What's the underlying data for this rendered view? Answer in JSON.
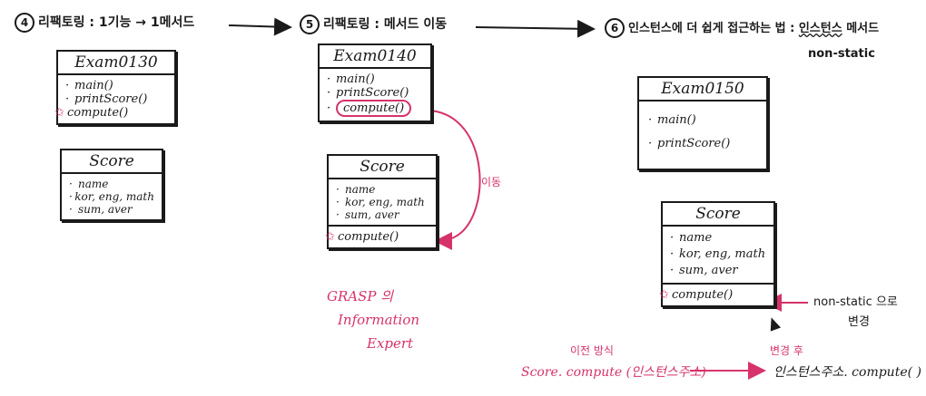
{
  "steps": {
    "s4": {
      "num": "4",
      "text": "리팩토링 : 1기능 → 1메서드"
    },
    "s5": {
      "num": "5",
      "text": "리팩토링 : 메서드 이동"
    },
    "s6": {
      "num": "6",
      "text": "인스턴스에 더 쉽게 접근하는 법 :",
      "highlight": "인스턴스",
      "tail": " 메서드",
      "sub": "non-static"
    }
  },
  "box4_exam": {
    "title": "Exam0130",
    "items": [
      "main()",
      "printScore()",
      "compute()"
    ]
  },
  "box4_score": {
    "title": "Score",
    "fields": [
      "name",
      "kor, eng, math",
      "sum, aver"
    ]
  },
  "box5_exam": {
    "title": "Exam0140",
    "items": [
      "main()",
      "printScore()",
      "compute()"
    ]
  },
  "box5_score": {
    "title": "Score",
    "fields": [
      "name",
      "kor, eng, math",
      "sum, aver"
    ],
    "methods": [
      "compute()"
    ]
  },
  "move_label": "이동",
  "grasp": {
    "l1": "GRASP 의",
    "l2": "Information",
    "l3": "Expert"
  },
  "box6_exam": {
    "title": "Exam0150",
    "items": [
      "main()",
      "printScore()"
    ]
  },
  "box6_score": {
    "title": "Score",
    "fields": [
      "name",
      "kor, eng, math",
      "sum, aver"
    ],
    "methods": [
      "compute()"
    ]
  },
  "nonstatic_note": {
    "l1": "non-static 으로",
    "l2": "변경"
  },
  "compare": {
    "before_label": "이전 방식",
    "before_code": "Score. compute (인스턴스주소)",
    "after_label": "변경 후",
    "after_code": "인스턴스주소. compute( )"
  },
  "colors": {
    "ink": "#1a1a1a",
    "accent": "#d6336c"
  }
}
